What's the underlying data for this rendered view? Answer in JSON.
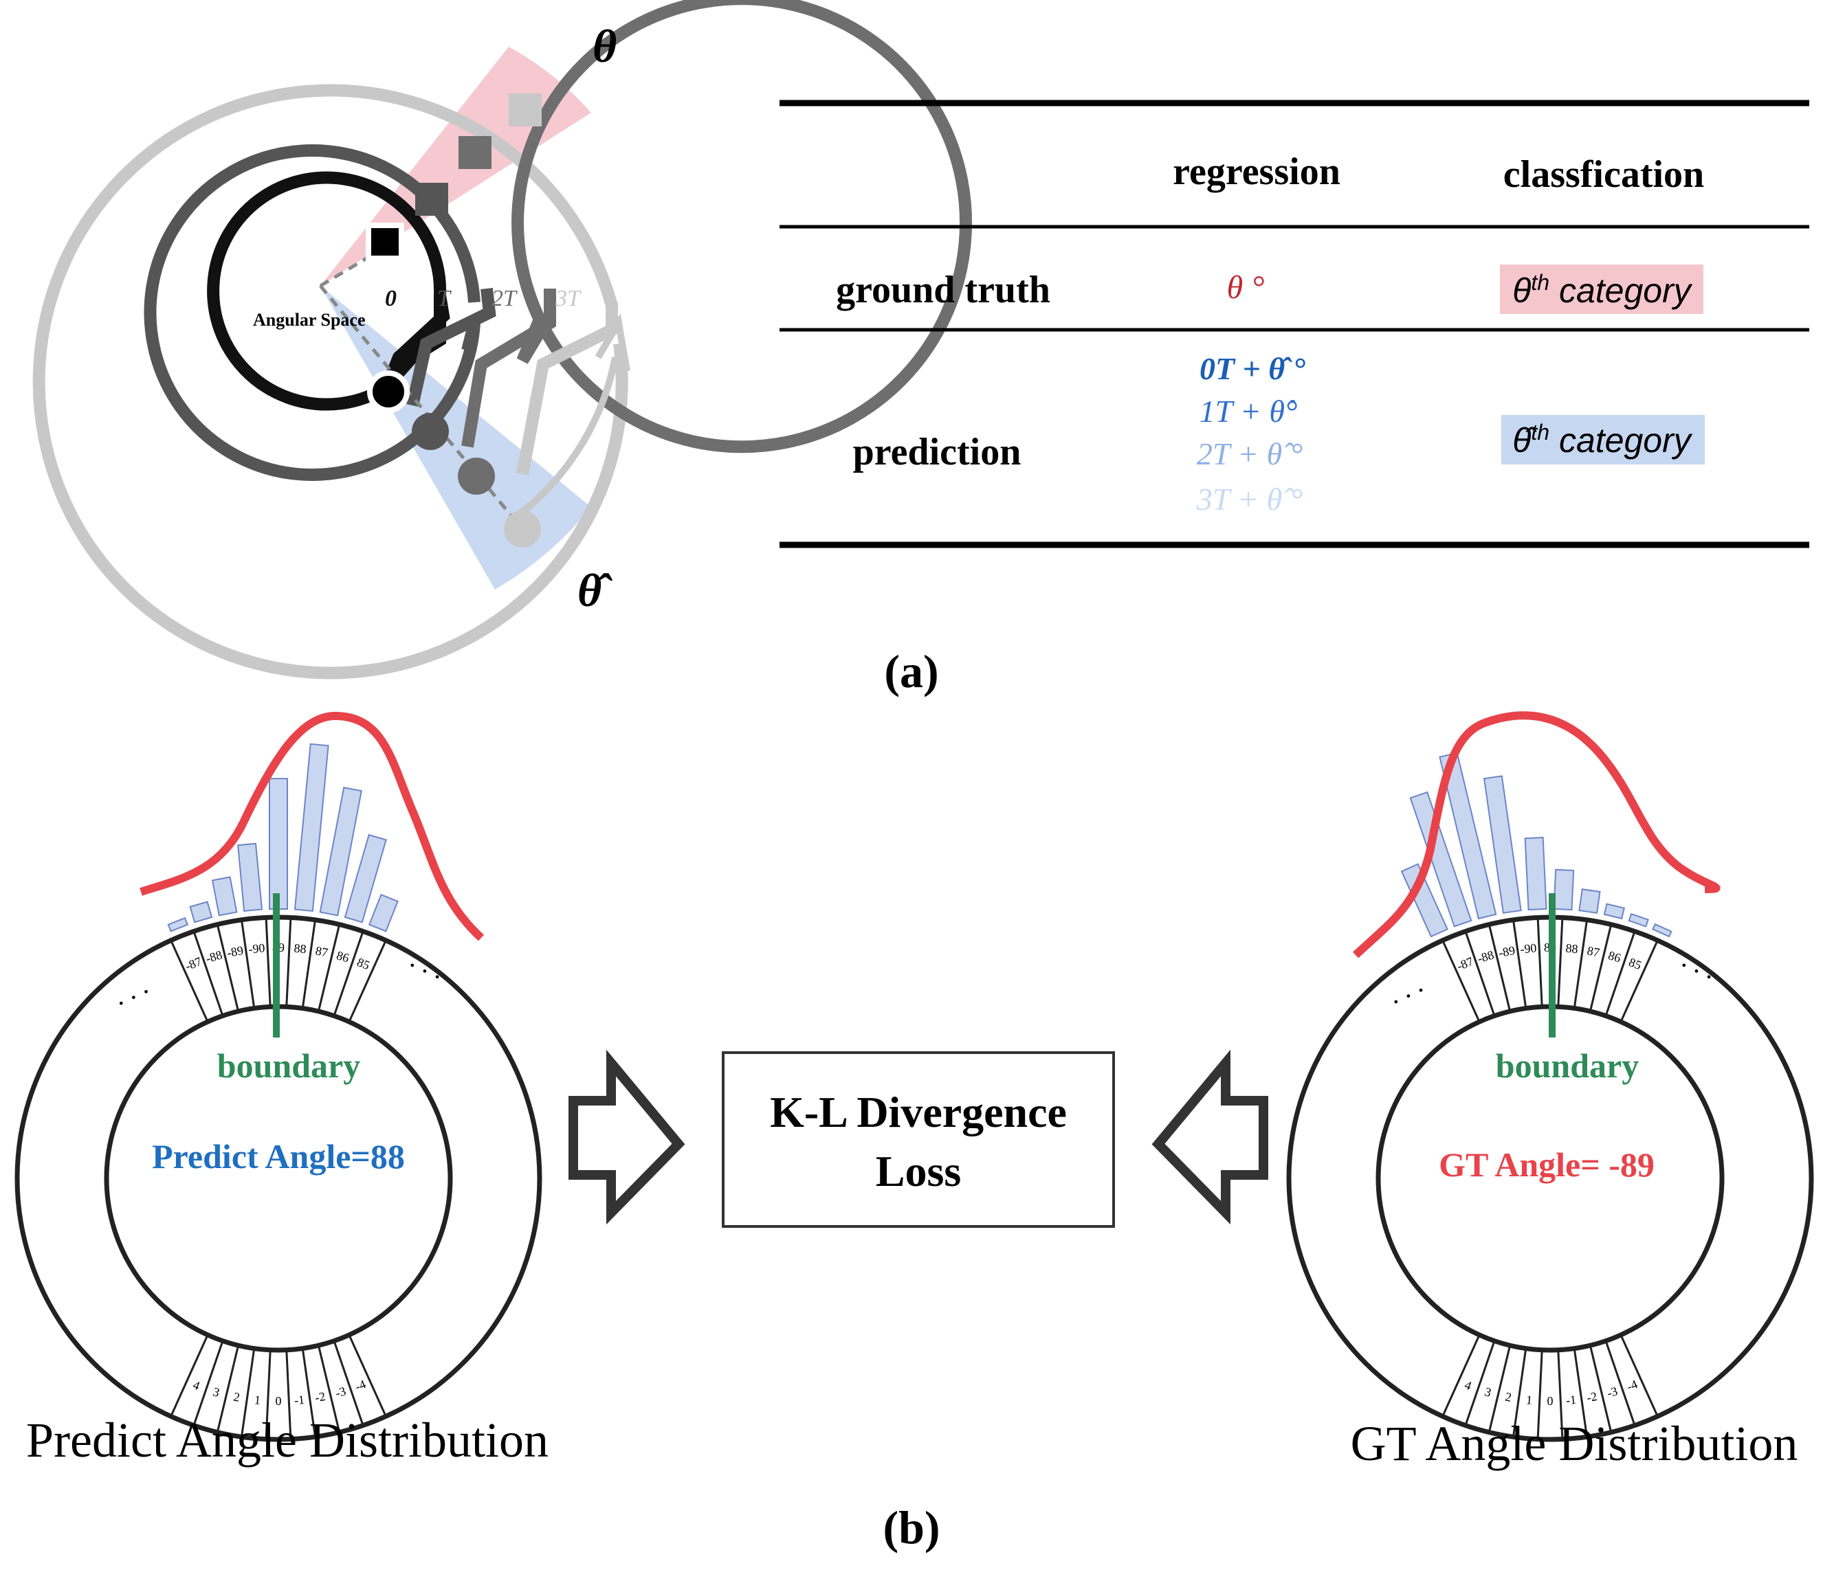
{
  "colors": {
    "red": "#d93a42",
    "blue": "#1a5fb4",
    "green": "#2e8b57",
    "pink_fill": "#f6c6cd",
    "blue_fill": "#c6d7f1",
    "bar_fill": "#c9d6f0",
    "bar_stroke": "#6b86c7",
    "curve": "#e8434a",
    "predict_text": "#1f6fc0",
    "gt_text": "#e8434a"
  },
  "panel_a": {
    "theta_label": "θ",
    "theta_hat_label": "θ̂",
    "angular_space_label": "Angular Space",
    "period_labels": [
      "0",
      "T",
      "2T",
      "3T"
    ],
    "caption": "(a)",
    "table": {
      "headers": [
        "regression",
        "classfication"
      ],
      "rows": [
        {
          "label": "ground truth",
          "regression": [
            "θ °"
          ],
          "classification_symbol": "θ",
          "classification_sup": "th",
          "classification_text": " category"
        },
        {
          "label": "prediction",
          "regression": [
            "0T + θ̂ °",
            "1T + θ̂°",
            "2T + θ̂ °",
            "3T + θ̂ °"
          ],
          "classification_symbol": "θ̂",
          "classification_sup": "th",
          "classification_text": " category"
        }
      ]
    }
  },
  "panel_b": {
    "caption": "(b)",
    "kl_box": [
      "K-L Divergence",
      "Loss"
    ],
    "dots": ". . .",
    "top_ticks": [
      "-87",
      "-88",
      "-89",
      "-90",
      "89",
      "88",
      "87",
      "86",
      "85"
    ],
    "bottom_ticks": [
      "-4",
      "-3",
      "-2",
      "-1",
      "0",
      "1",
      "2",
      "3",
      "4"
    ],
    "predict": {
      "boundary_label": "boundary",
      "angle_label": "Predict Angle=88",
      "title": "Predict Angle Distribution",
      "bar_levels": [
        0.04,
        0.09,
        0.2,
        0.37,
        0.73,
        0.93,
        0.71,
        0.48,
        0.18
      ]
    },
    "gt": {
      "boundary_label": "boundary",
      "angle_label": "GT Angle= -89",
      "title": "GT Angle Distribution",
      "bar_levels": [
        0.4,
        0.76,
        0.93,
        0.76,
        0.4,
        0.22,
        0.12,
        0.06,
        0.04,
        0.03
      ]
    }
  }
}
